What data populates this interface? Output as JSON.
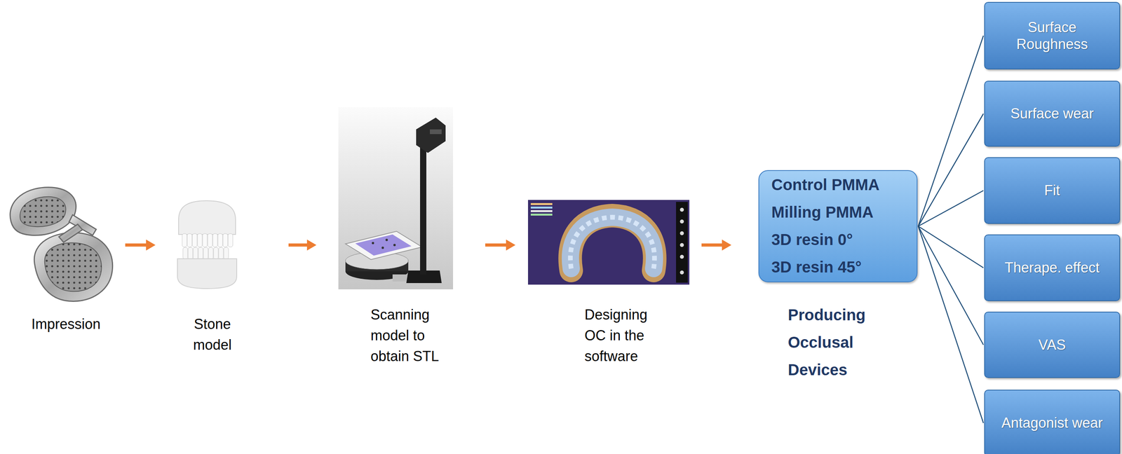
{
  "diagram": {
    "nodes": [
      {
        "text": [
          "Impression"
        ]
      },
      {
        "text": [
          "Stone model"
        ]
      },
      {
        "text": [
          "Scanning model to obtain STL"
        ]
      },
      {
        "text": [
          "Designing OC in the software"
        ]
      },
      {
        "text": [
          "Control PMMA",
          "Milling PMMA",
          "3D resin 0°",
          "3D resin 45°",
          "Producing Occlusal Devices"
        ]
      },
      {
        "text": [
          "Surface Roughness"
        ]
      },
      {
        "text": [
          "Surface wear"
        ]
      },
      {
        "text": [
          "Fit"
        ]
      },
      {
        "text": [
          "Therape. effect"
        ]
      },
      {
        "text": [
          "VAS"
        ]
      },
      {
        "text": [
          "Antagonist wear"
        ]
      }
    ],
    "edges": [
      {
        "from": 0,
        "to": 1,
        "arrow": "to"
      },
      {
        "from": 1,
        "to": 2,
        "arrow": "to"
      },
      {
        "from": 2,
        "to": 3,
        "arrow": "to"
      },
      {
        "from": 3,
        "to": 4,
        "arrow": "to"
      },
      {
        "from": 4,
        "to": 5,
        "arrow": "none"
      },
      {
        "from": 4,
        "to": 6,
        "arrow": "none"
      },
      {
        "from": 4,
        "to": 7,
        "arrow": "none"
      },
      {
        "from": 4,
        "to": 8,
        "arrow": "none"
      },
      {
        "from": 4,
        "to": 9,
        "arrow": "none"
      },
      {
        "from": 4,
        "to": 10,
        "arrow": "none"
      }
    ]
  }
}
